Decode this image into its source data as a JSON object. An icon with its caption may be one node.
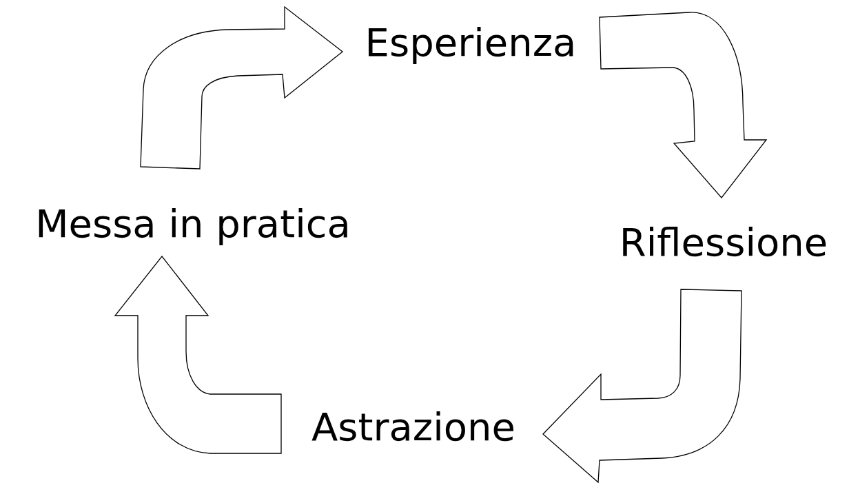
{
  "diagram": {
    "nodes": [
      {
        "text": [
          "Esperienza"
        ]
      },
      {
        "text": [
          "Riflessione"
        ]
      },
      {
        "text": [
          "Astrazione"
        ]
      },
      {
        "text": [
          "Messa in pratica"
        ]
      }
    ],
    "edges": [
      {
        "from": 3,
        "to": 0,
        "arrow": "to"
      },
      {
        "from": 0,
        "to": 1,
        "arrow": "to"
      },
      {
        "from": 1,
        "to": 2,
        "arrow": "to"
      },
      {
        "from": 2,
        "to": 3,
        "arrow": "to"
      }
    ]
  }
}
